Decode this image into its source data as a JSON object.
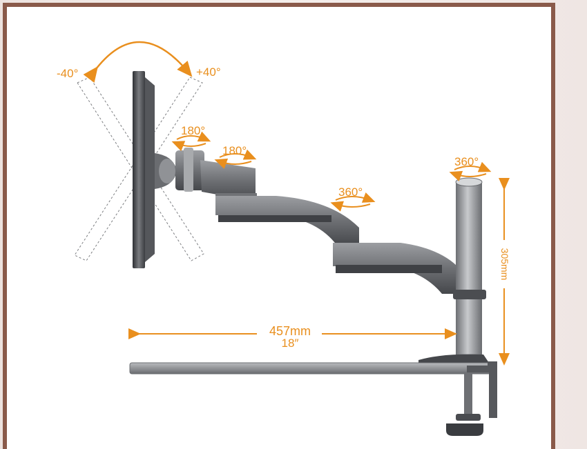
{
  "labels": {
    "tilt_left": "-40°",
    "tilt_right": "+40°",
    "rot_head": "180°",
    "rot_arm_joint": "180°",
    "rot_elbow": "360°",
    "rot_pole": "360°",
    "reach_mm": "457mm",
    "reach_in": "18″",
    "height_mm": "305mm"
  },
  "colors": {
    "accent": "#e98f1e",
    "frame": "#8a5a4a",
    "metal_dark": "#3e4045",
    "metal_mid": "#8a8c90",
    "metal_light": "#c9cbce"
  }
}
